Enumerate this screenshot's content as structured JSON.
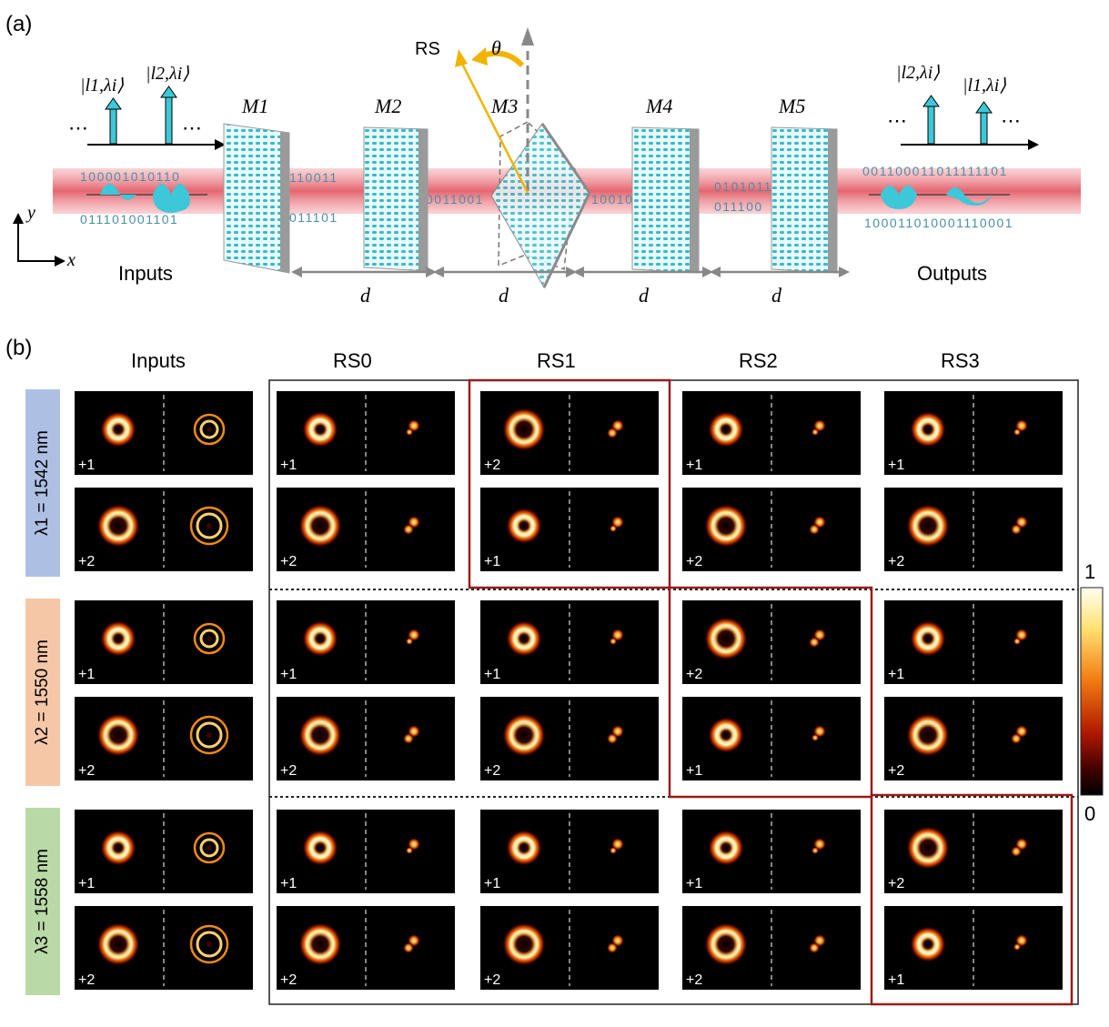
{
  "panel_a": {
    "label": "(a)",
    "inputs_label": "Inputs",
    "outputs_label": "Outputs",
    "ket_in_1": "|l1,λi⟩",
    "ket_in_2": "|l2,λi⟩",
    "ket_out_1": "|l2,λi⟩",
    "ket_out_2": "|l1,λi⟩",
    "dots": "⋯",
    "axis_y": "y",
    "axis_x": "x",
    "rs_label": "RS",
    "theta": "θ",
    "distance": "d",
    "metasurfaces": [
      "M1",
      "M2",
      "M3",
      "M4",
      "M5"
    ],
    "binary_in_top": "100001010110",
    "binary_in_bot": "011101001101",
    "binary_out_top": "001100011011111101",
    "binary_out_bot": "100011010001110001",
    "binary_mid": [
      "110011",
      "011101",
      "0011001",
      "10010",
      "0101011",
      "011100"
    ],
    "colors": {
      "beam": "#e8606a",
      "meta": "#7fd8e0",
      "meta_dot": "#1fb5c6",
      "arrow": "#f0b400",
      "gray_arrow": "#888888"
    }
  },
  "panel_b": {
    "label": "(b)",
    "col_inputs": "Inputs",
    "columns": [
      "RS0",
      "RS1",
      "RS2",
      "RS3"
    ],
    "colorbar_max": "1",
    "colorbar_min": "0",
    "rows": [
      {
        "wavelength": "λ1 = 1542 nm",
        "color": "#aebfe4",
        "inputs": [
          "+1",
          "+2"
        ],
        "cells": [
          [
            "+1",
            "+2"
          ],
          [
            "+2",
            "+1"
          ],
          [
            "+1",
            "+2"
          ],
          [
            "+1",
            "+2"
          ]
        ]
      },
      {
        "wavelength": "λ2 = 1550 nm",
        "color": "#f6c7a7",
        "inputs": [
          "+1",
          "+2"
        ],
        "cells": [
          [
            "+1",
            "+2"
          ],
          [
            "+1",
            "+2"
          ],
          [
            "+2",
            "+1"
          ],
          [
            "+1",
            "+2"
          ]
        ]
      },
      {
        "wavelength": "λ3 = 1558 nm",
        "color": "#b9d9a7",
        "inputs": [
          "+1",
          "+2"
        ],
        "cells": [
          [
            "+1",
            "+2"
          ],
          [
            "+1",
            "+2"
          ],
          [
            "+1",
            "+2"
          ],
          [
            "+2",
            "+1"
          ]
        ]
      }
    ],
    "highlight_color": "#9b1b1b"
  }
}
